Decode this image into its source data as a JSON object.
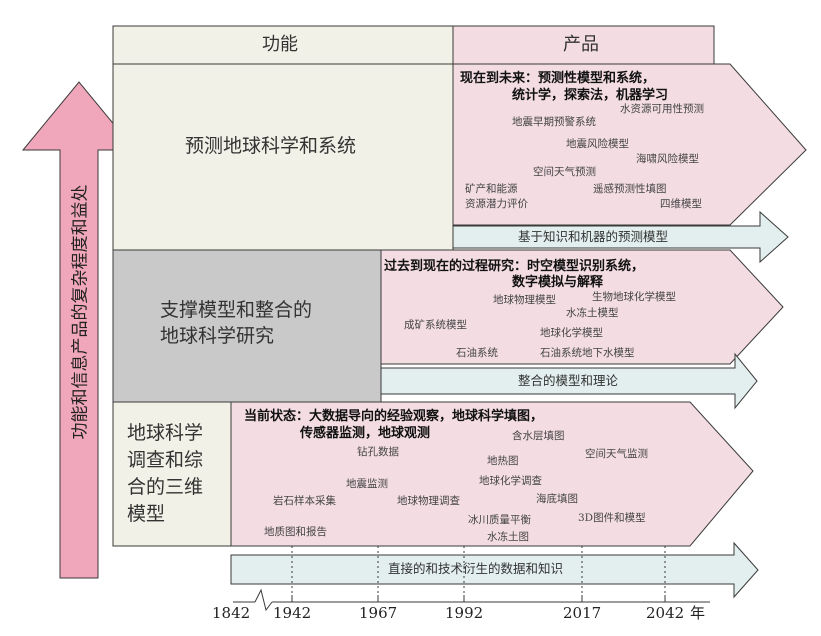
{
  "header": {
    "function_label": "功能",
    "product_label": "产品"
  },
  "vertical_axis": {
    "label": "功能和信息产品的复杂程度和益处"
  },
  "rows": {
    "predictive": {
      "function": "预测地球科学和系统",
      "product_title_line1": "现在到未来：预测性模型和系统，",
      "product_title_line2": "统计学，探索法，机器学习",
      "items": [
        "水资源可用性预测",
        "地震早期预警系统",
        "地震风险模型",
        "海啸风险模型",
        "空间天气预测",
        "矿产和能源",
        "资源潜力评价",
        "遥感预测性填图",
        "四维模型"
      ],
      "band": "基于知识和机器的预测模型"
    },
    "supporting": {
      "function_line1": "支撑模型和整合的",
      "function_line2": "地球科学研究",
      "product_title_line1": "过去到现在的过程研究：时空模型识别系统，",
      "product_title_line2": "数字模拟与解释",
      "items": [
        "地球物理模型",
        "生物地球化学模型",
        "水冻土模型",
        "成矿系统模型",
        "地球化学模型",
        "石油系统",
        "石油系统地下水模型"
      ],
      "band": "整合的模型和理论"
    },
    "survey": {
      "function_lines": [
        "地球科学",
        "调查和综",
        "合的三维",
        "模型"
      ],
      "product_title_line1": "当前状态：大数据导向的经验观察，地球科学填图，",
      "product_title_line2": "传感器监测，地球观测",
      "items": [
        "含水层填图",
        "钻孔数据",
        "地热图",
        "空间天气监测",
        "地震监测",
        "地球化学调查",
        "岩石样本采集",
        "地球物理调查",
        "海底填图",
        "冰川质量平衡",
        "3D图件和模型",
        "地质图和报告",
        "水冻土图"
      ],
      "band": "直接的和技术衍生的数据和知识"
    }
  },
  "timeline": {
    "years": [
      "1842",
      "1942",
      "1967",
      "1992",
      "2017",
      "2042"
    ],
    "unit": "年"
  },
  "colors": {
    "pink_fill": "#f3dde3",
    "pink_arrow": "#f0a7bb",
    "teal_fill": "#e2efee",
    "beige_fill": "#f1f1e7",
    "gray_fill": "#c9c9c9",
    "outline": "#3a3a3a"
  }
}
